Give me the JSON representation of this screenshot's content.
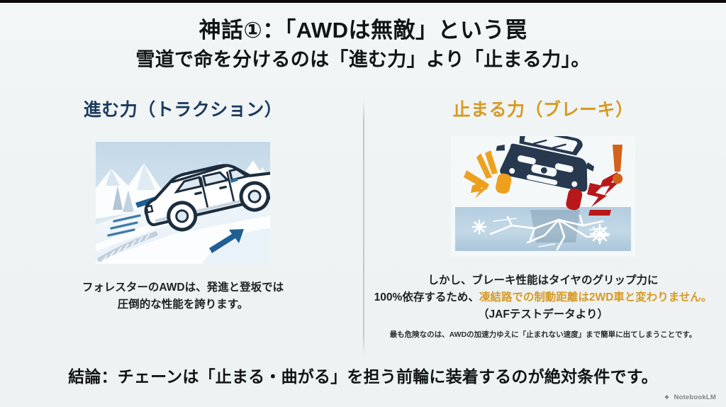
{
  "slide": {
    "title_line1": "神話①：「AWDは無敵」という罠",
    "title_line2": "雪道で命を分けるのは「進む力」より「止まる力」。",
    "conclusion": "結論：チェーンは「止まる・曲がる」を担う前輪に装着するのが絶対条件です。"
  },
  "colors": {
    "background": "#eef3f3",
    "title_text": "#121416",
    "accent_blue": "#1b3a5e",
    "accent_orange": "#d79a24",
    "divider": "#c2c9cb",
    "ice_panel": "#b7cfe0",
    "car_dark": "#27384f",
    "warn_red": "#b8181a",
    "warn_yellow": "#f0a823"
  },
  "left_column": {
    "heading": "進む力（トラクション）",
    "illustration_name": "suv-climbing-snowy-slope-illustration",
    "caption_line1": "フォレスターのAWDは、発進と登坂では",
    "caption_line2": "圧倒的な性能を誇ります。"
  },
  "right_column": {
    "heading": "止まる力（ブレーキ）",
    "illustration_name": "car-skidding-on-cracked-ice-illustration",
    "caption_part1": "しかし、ブレーキ性能はタイヤのグリップ力に",
    "caption_part2": "100%依存するため、",
    "caption_highlight": "凍結路での制動距離は2WD車と変わりません。",
    "caption_source": "（JAFテストデータより）",
    "footnote": "最も危険なのは、AWDの加速力ゆえに「止まれない速度」まで簡単に出てしまうことです。"
  },
  "watermark": {
    "icon": "notebooklm-spark-icon",
    "label": "NotebookLM"
  }
}
